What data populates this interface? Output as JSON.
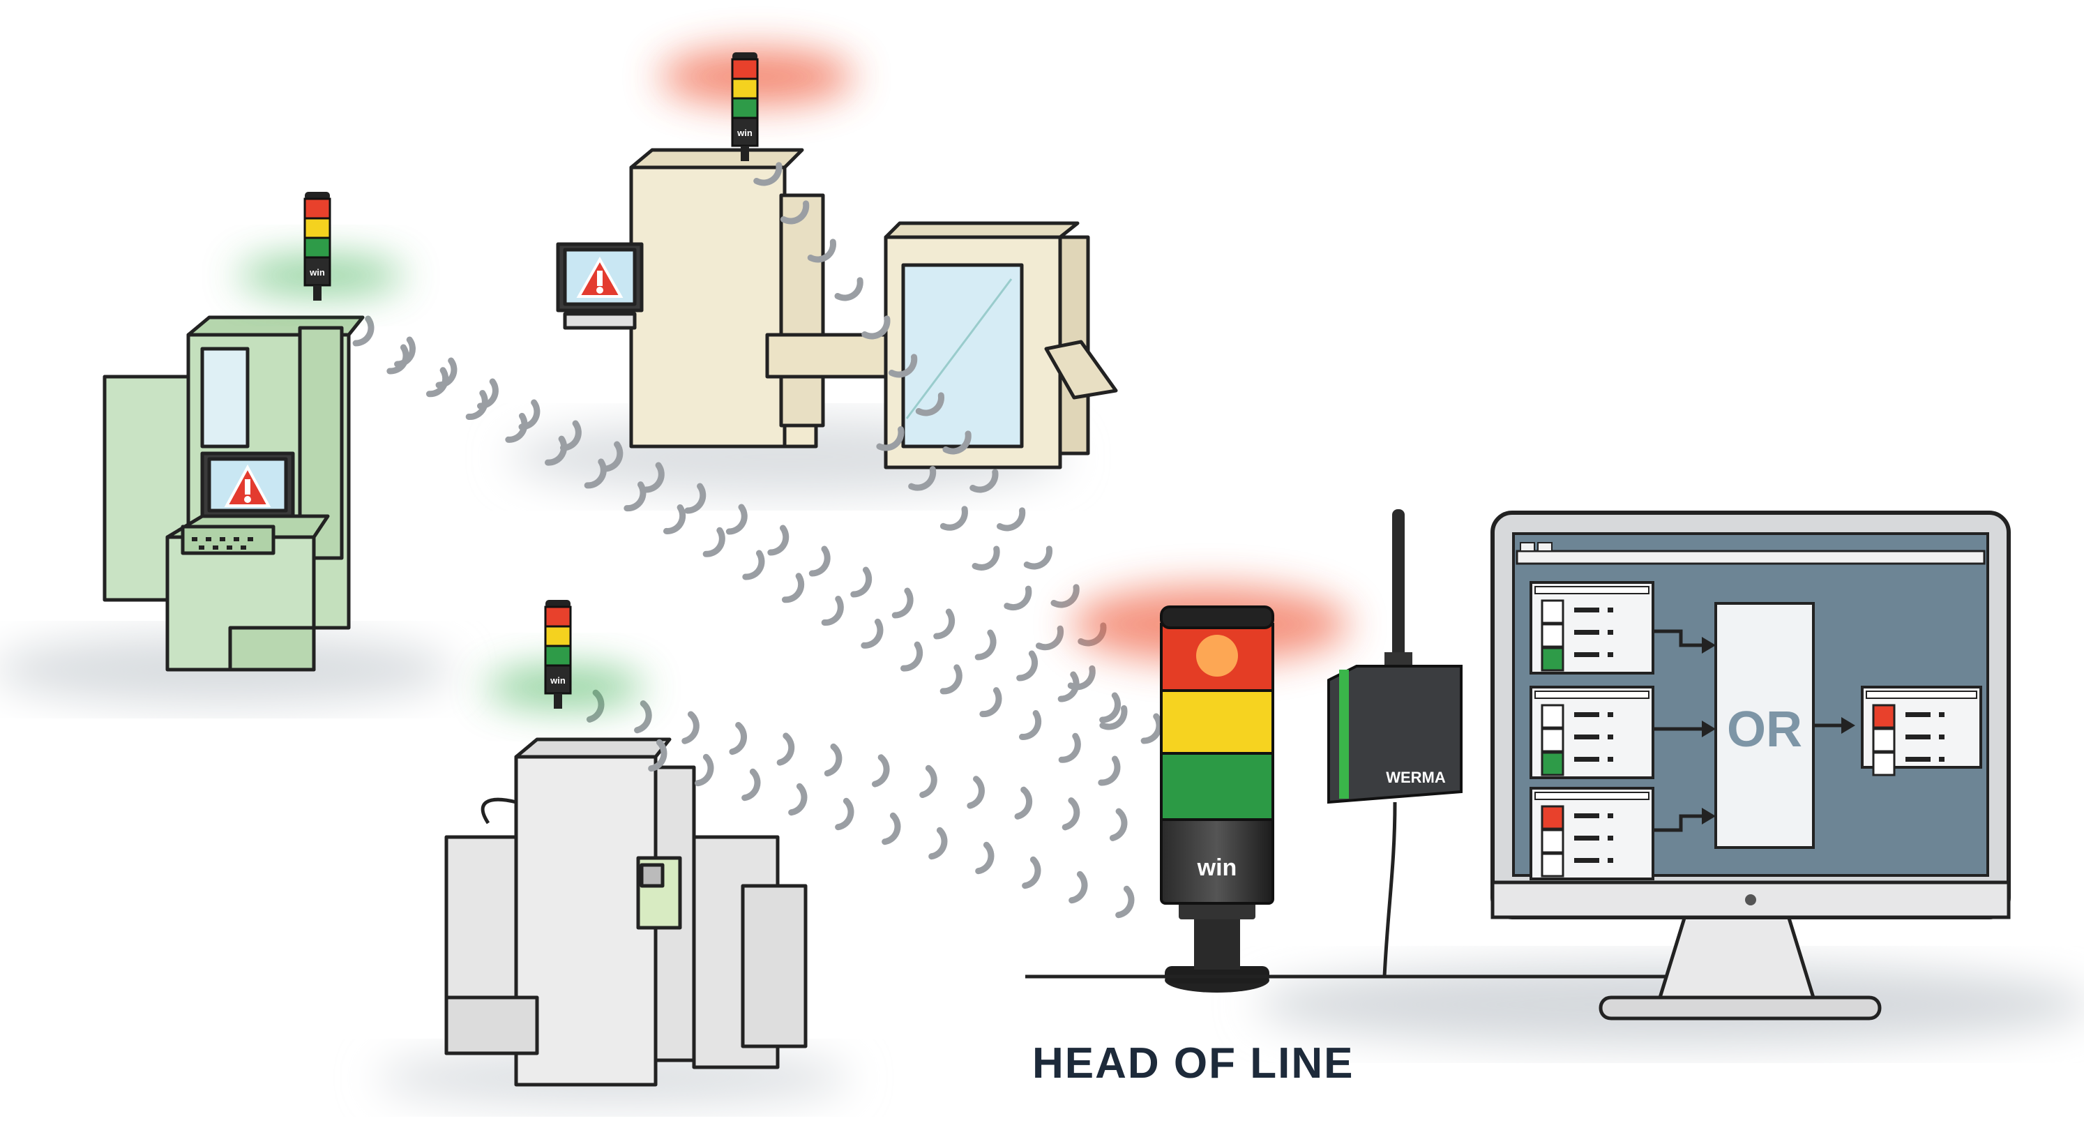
{
  "caption": "HEAD OF LINE",
  "monitor": {
    "logic_label": "OR"
  },
  "stacklights": {
    "brand_mark": "win",
    "colors": {
      "red": "#e8412c",
      "yellow": "#f4d21f",
      "green": "#2e9b48",
      "off": "#e8e8e8"
    }
  },
  "receiver": {
    "brand": "WERMA"
  },
  "machine_states": [
    {
      "name": "machine-left",
      "beacon": "green",
      "alarm": true
    },
    {
      "name": "machine-top",
      "beacon": "red",
      "alarm": true
    },
    {
      "name": "machine-bottom",
      "beacon": "green",
      "alarm": false
    }
  ],
  "monitor_inputs": [
    {
      "light": "green"
    },
    {
      "light": "green"
    },
    {
      "light": "red"
    }
  ],
  "monitor_output": {
    "light": "red"
  },
  "icons": [
    "warning-icon",
    "antenna-icon",
    "wireless-signal-icon",
    "arrow-right-icon"
  ]
}
